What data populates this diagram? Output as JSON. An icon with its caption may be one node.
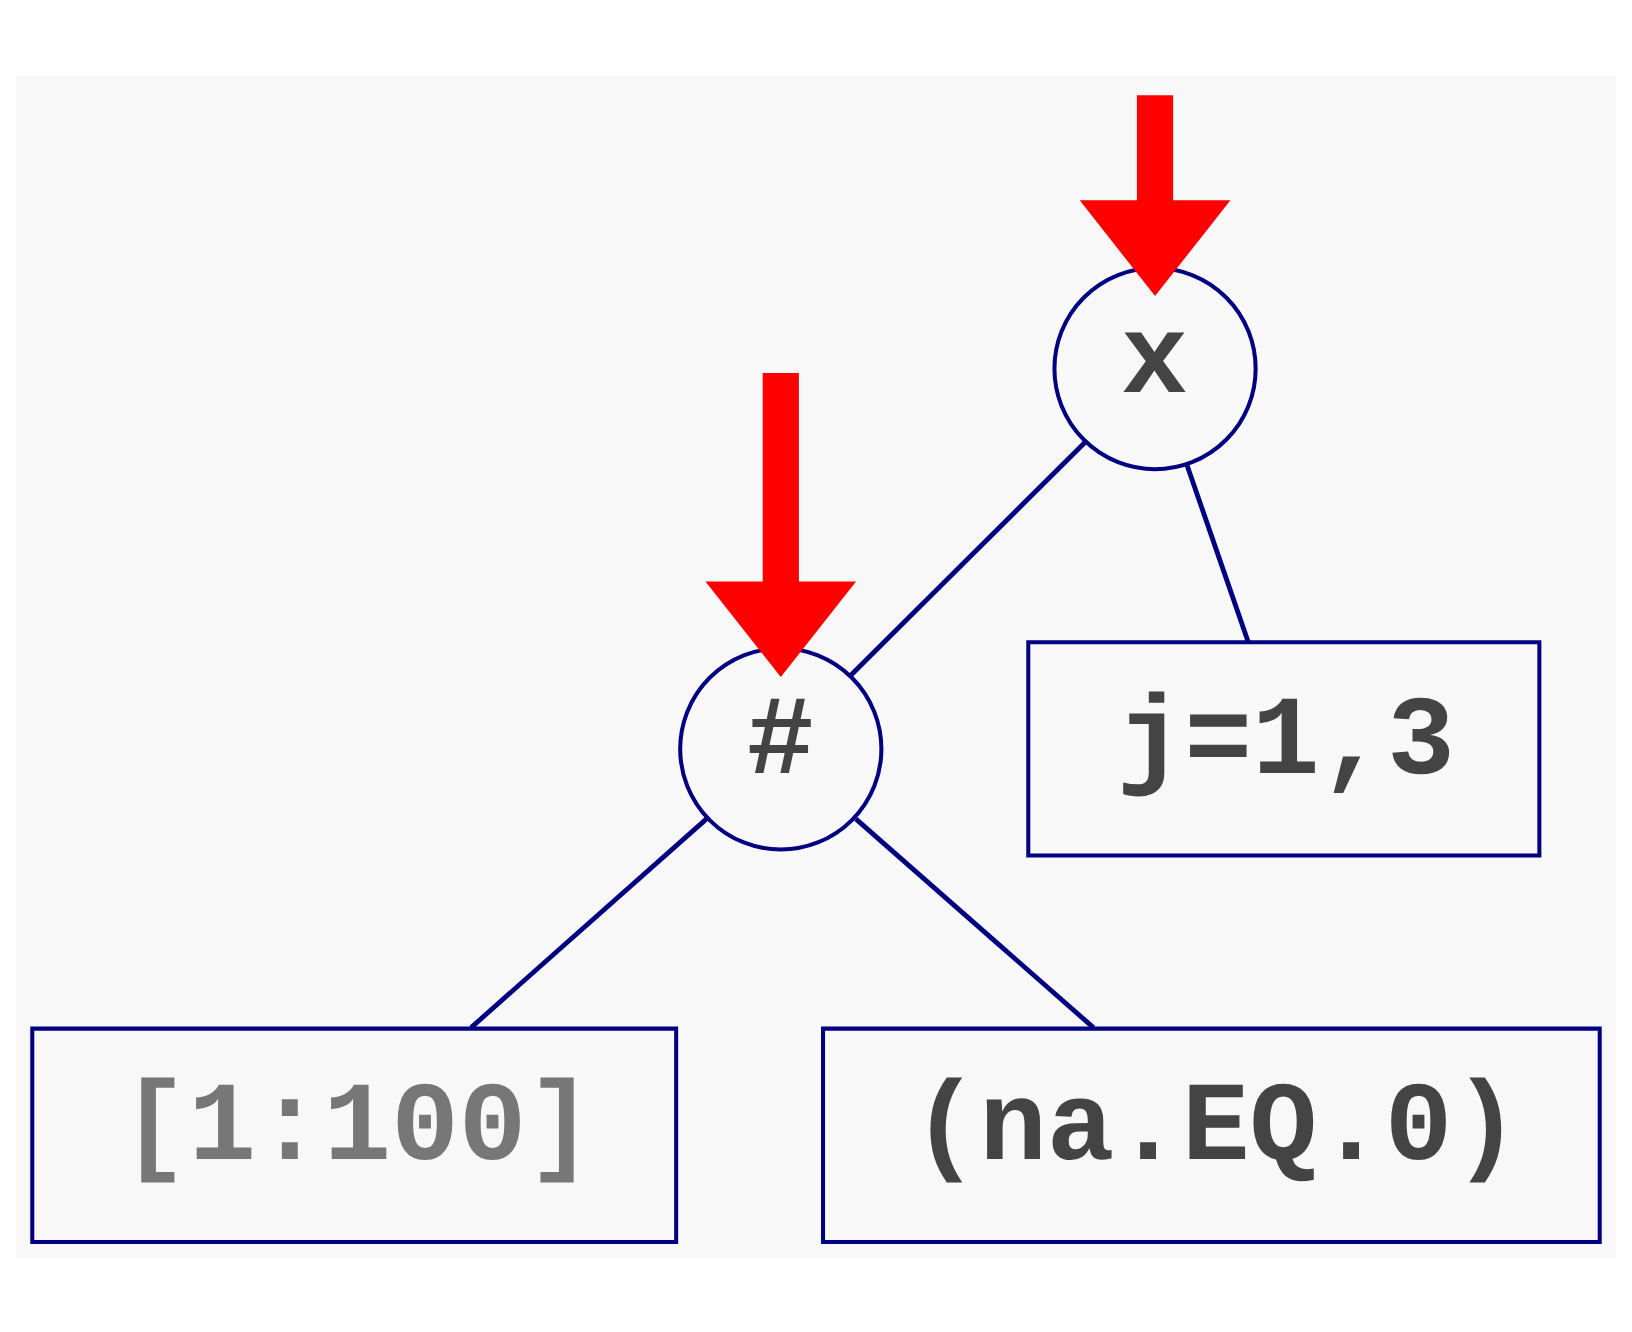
{
  "diagram": {
    "nodes": [
      {
        "text": [
          "x"
        ]
      },
      {
        "text": [
          "#"
        ]
      },
      {
        "text": [
          "j=1,3"
        ]
      },
      {
        "text": [
          "[1:100]"
        ]
      },
      {
        "text": [
          "(na.EQ.0)"
        ]
      }
    ],
    "edges": [
      {
        "from": null,
        "to": 0,
        "arrow": "to",
        "style": "thick",
        "color": "#ff0000"
      },
      {
        "from": null,
        "to": 1,
        "arrow": "to",
        "style": "thick",
        "color": "#ff0000"
      },
      {
        "from": 0,
        "to": 1,
        "arrow": "none"
      },
      {
        "from": 0,
        "to": 2,
        "arrow": "none"
      },
      {
        "from": 1,
        "to": 3,
        "arrow": "none"
      },
      {
        "from": 1,
        "to": 4,
        "arrow": "none"
      }
    ]
  }
}
